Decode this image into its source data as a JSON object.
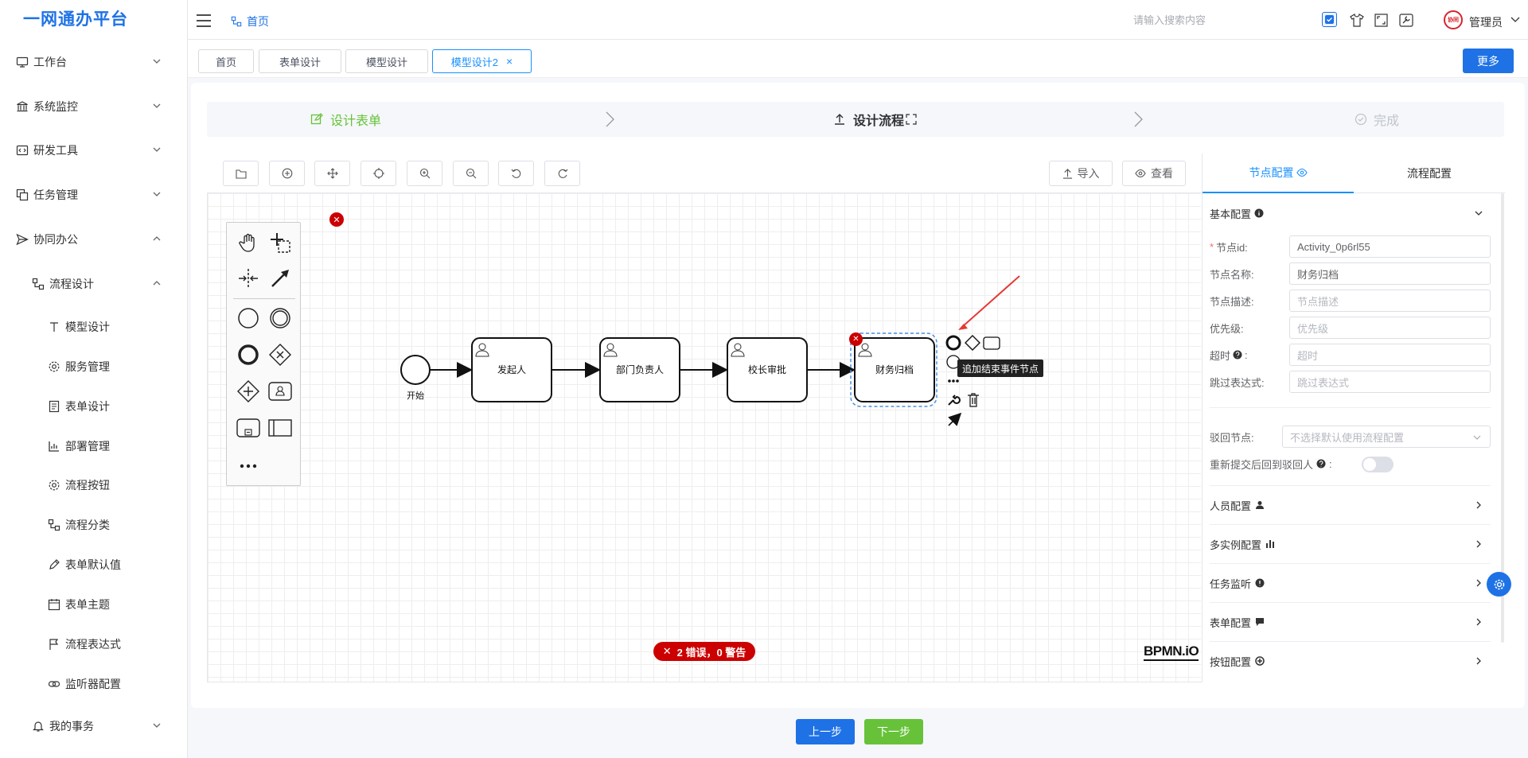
{
  "app": {
    "logo": "一网通办平台"
  },
  "header": {
    "breadcrumb": "首页",
    "search_placeholder": "请输入搜索内容",
    "user": "管理员",
    "avatar_badge": "协同"
  },
  "sidebar": {
    "items": [
      {
        "label": "工作台",
        "icon": "monitor-icon"
      },
      {
        "label": "系统监控",
        "icon": "bank-icon"
      },
      {
        "label": "研发工具",
        "icon": "code-icon"
      },
      {
        "label": "任务管理",
        "icon": "copy-icon"
      },
      {
        "label": "协同办公",
        "icon": "send-icon"
      },
      {
        "label": "流程设计",
        "icon": "flow-icon"
      },
      {
        "label": "模型设计",
        "icon": "type-icon"
      },
      {
        "label": "服务管理",
        "icon": "gear-icon"
      },
      {
        "label": "表单设计",
        "icon": "form-icon"
      },
      {
        "label": "部署管理",
        "icon": "bar-chart-icon"
      },
      {
        "label": "流程按钮",
        "icon": "gear-icon"
      },
      {
        "label": "流程分类",
        "icon": "flow-icon"
      },
      {
        "label": "表单默认值",
        "icon": "pen-icon"
      },
      {
        "label": "表单主题",
        "icon": "calendar-icon"
      },
      {
        "label": "流程表达式",
        "icon": "flag-icon"
      },
      {
        "label": "监听器配置",
        "icon": "link-icon"
      },
      {
        "label": "我的事务",
        "icon": "bell-icon"
      }
    ]
  },
  "tabs": [
    {
      "label": "首页"
    },
    {
      "label": "表单设计"
    },
    {
      "label": "模型设计"
    },
    {
      "label": "模型设计2",
      "closable": "×"
    }
  ],
  "more_button": "更多",
  "steps": [
    {
      "label": "设计表单"
    },
    {
      "label": "设计流程"
    },
    {
      "label": "完成"
    }
  ],
  "toolbar": {
    "import": "导入",
    "view": "查看"
  },
  "diagram": {
    "start_label": "开始",
    "tasks": [
      "发起人",
      "部门负责人",
      "校长审批",
      "财务归档"
    ],
    "tooltip": "追加结束事件节点",
    "errors": "2 错误，0 警告",
    "watermark": "BPMN.iO"
  },
  "props": {
    "tab_node": "节点配置",
    "tab_flow": "流程配置",
    "basic_section": "基本配置",
    "required_mark": "*",
    "fields": [
      {
        "label": "节点id:",
        "value": "Activity_0p6rl55",
        "placeholder": ""
      },
      {
        "label": "节点名称:",
        "value": "财务归档",
        "placeholder": ""
      },
      {
        "label": "节点描述:",
        "value": "",
        "placeholder": "节点描述"
      },
      {
        "label": "优先级:",
        "value": "",
        "placeholder": "优先级"
      },
      {
        "label": "超时",
        "value": "",
        "placeholder": "超时"
      },
      {
        "label": "跳过表达式:",
        "value": "",
        "placeholder": "跳过表达式"
      }
    ],
    "reject_label": "驳回节点:",
    "reject_placeholder": "不选择默认使用流程配置",
    "resubmit_label": "重新提交后回到驳回人",
    "sections": [
      "人员配置",
      "多实例配置",
      "任务监听",
      "表单配置",
      "按钮配置"
    ]
  },
  "footer": {
    "prev": "上一步",
    "next": "下一步"
  },
  "colors": {
    "primary": "#1e72e6",
    "success": "#67c23a",
    "error": "#cc0000",
    "active_blue": "#1890ff",
    "step_green": "#67c23a"
  }
}
